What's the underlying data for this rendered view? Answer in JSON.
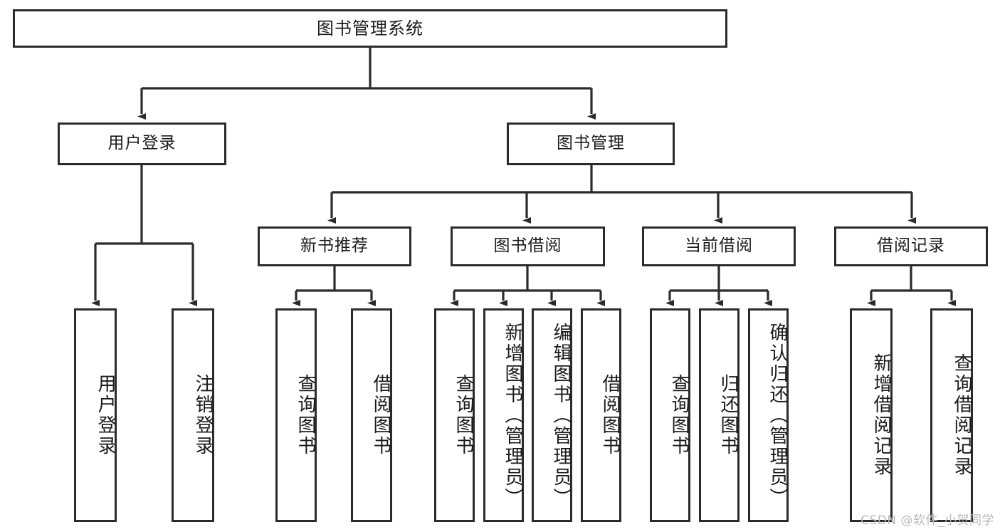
{
  "diagram": {
    "title": "图书管理系统",
    "type": "tree-hierarchy-chart",
    "root": {
      "label": "图书管理系统"
    },
    "level2": [
      {
        "label": "用户登录"
      },
      {
        "label": "图书管理"
      }
    ],
    "level3": [
      {
        "label": "新书推荐"
      },
      {
        "label": "图书借阅"
      },
      {
        "label": "当前借阅"
      },
      {
        "label": "借阅记录"
      }
    ],
    "leaves": {
      "user_login": [
        {
          "label": "用户登录"
        },
        {
          "label": "注销登录"
        }
      ],
      "new_book_recommend": [
        {
          "label": "查询图书"
        },
        {
          "label": "借阅图书"
        }
      ],
      "book_borrow": [
        {
          "label": "查询图书"
        },
        {
          "label": "新增图书（管理员）"
        },
        {
          "label": "编辑图书（管理员）"
        },
        {
          "label": "借阅图书"
        }
      ],
      "current_borrow": [
        {
          "label": "查询图书"
        },
        {
          "label": "归还图书"
        },
        {
          "label": "确认归还（管理员）"
        }
      ],
      "borrow_record": [
        {
          "label": "新增借阅记录"
        },
        {
          "label": "查询借阅记录"
        }
      ]
    }
  },
  "watermark": {
    "text": "CSDN @软件_小贺同学"
  },
  "colors": {
    "background": "#ffffff",
    "box_fill": "#ffffff",
    "box_border": "#2b2b2b",
    "line": "#2b2b2b",
    "text": "#1a1a1a",
    "watermark": "#b9b9b9"
  }
}
